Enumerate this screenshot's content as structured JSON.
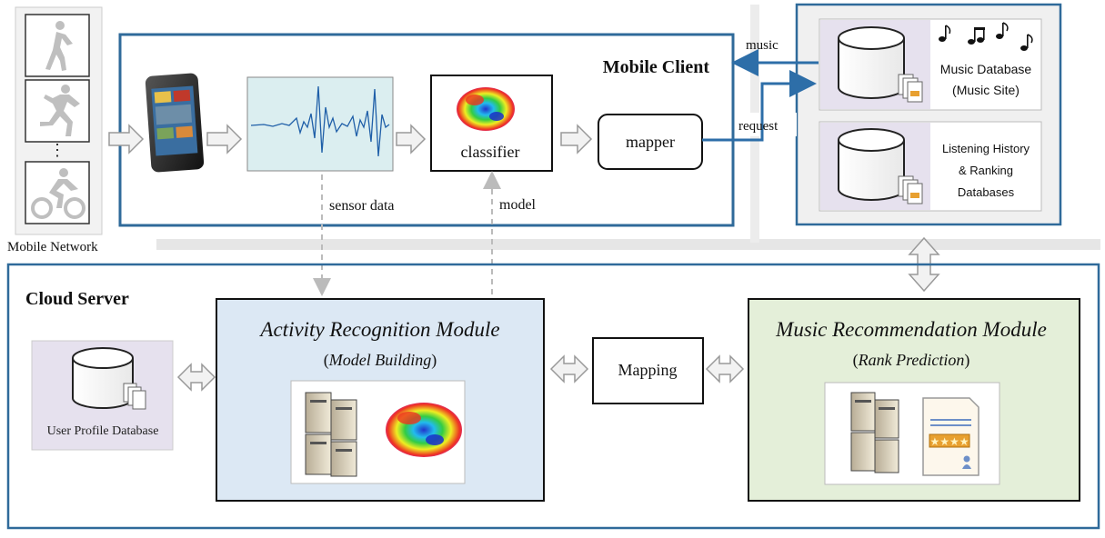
{
  "mobile_network": {
    "label": "Mobile Network",
    "ellipsis": "⋮",
    "activities": [
      "walking-icon",
      "running-icon",
      "cycling-icon"
    ]
  },
  "mobile_client": {
    "title": "Mobile Client",
    "classifier_label": "classifier",
    "mapper_label": "mapper",
    "sensor_data_label": "sensor data",
    "model_label": "model"
  },
  "music_site": {
    "music_label": "music",
    "request_label": "request",
    "music_db_line1": "Music Database",
    "music_db_line2": "(Music Site)",
    "history_db_line1": "Listening History",
    "history_db_line2": "& Ranking",
    "history_db_line3": "Databases"
  },
  "cloud_server": {
    "title": "Cloud Server",
    "user_profile_label": "User Profile Database",
    "activity_module_title": "Activity Recognition Module",
    "activity_module_sub": "Model Building",
    "mapping_label": "Mapping",
    "music_module_title": "Music Recommendation Module",
    "music_module_sub": "Rank Prediction"
  },
  "colors": {
    "frame_blue": "#2f6a9a",
    "arrow_blue": "#2d6ea8",
    "activity_fill": "#dce8f4",
    "music_module_fill": "#e4efd9",
    "db_panel_fill": "#e6e1ee",
    "gray_arrow": "#f2f2f2"
  }
}
